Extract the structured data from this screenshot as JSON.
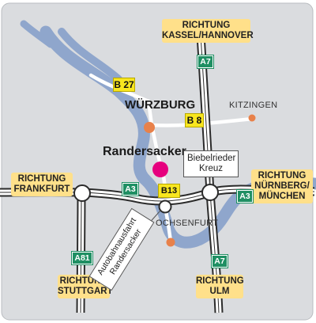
{
  "map": {
    "city": "WÜRZBURG",
    "highlight_town": "Randersacker",
    "towns": {
      "kitzingen": "KITZINGEN",
      "ochsenfurt": "OCHSENFURT"
    },
    "interchange": {
      "line1": "Biebelrieder",
      "line2": "Kreuz"
    },
    "exit_label": {
      "line1": "Autobahnausfahrt",
      "line2": "Randersacker"
    },
    "directions": {
      "north": {
        "line1": "RICHTUNG",
        "line2": "KASSEL/HANNOVER"
      },
      "west": {
        "line1": "RICHTUNG",
        "line2": "FRANKFURT"
      },
      "east": {
        "line1": "RICHTUNG",
        "line2": "NÜRNBERG/",
        "line3": "MÜNCHEN"
      },
      "southwest": {
        "line1": "RICHTUNG",
        "line2": "STUTTGART"
      },
      "south": {
        "line1": "RICHTUNG",
        "line2": "ULM"
      }
    },
    "road_badges": {
      "b27": "B 27",
      "b8": "B 8",
      "b13": "B13",
      "a7_north": "A7",
      "a7_south": "A7",
      "a3_west": "A3",
      "a3_east": "A3",
      "a81": "A81"
    },
    "colors": {
      "background": "#dadcdf",
      "river": "#8fa6cc",
      "town_marker": "#e8814a",
      "highlight_marker": "#e6007e",
      "direction_box": "#ffe08a",
      "federal_road_badge": "#f8e61f",
      "autobahn_badge": "#1f8f63"
    }
  }
}
